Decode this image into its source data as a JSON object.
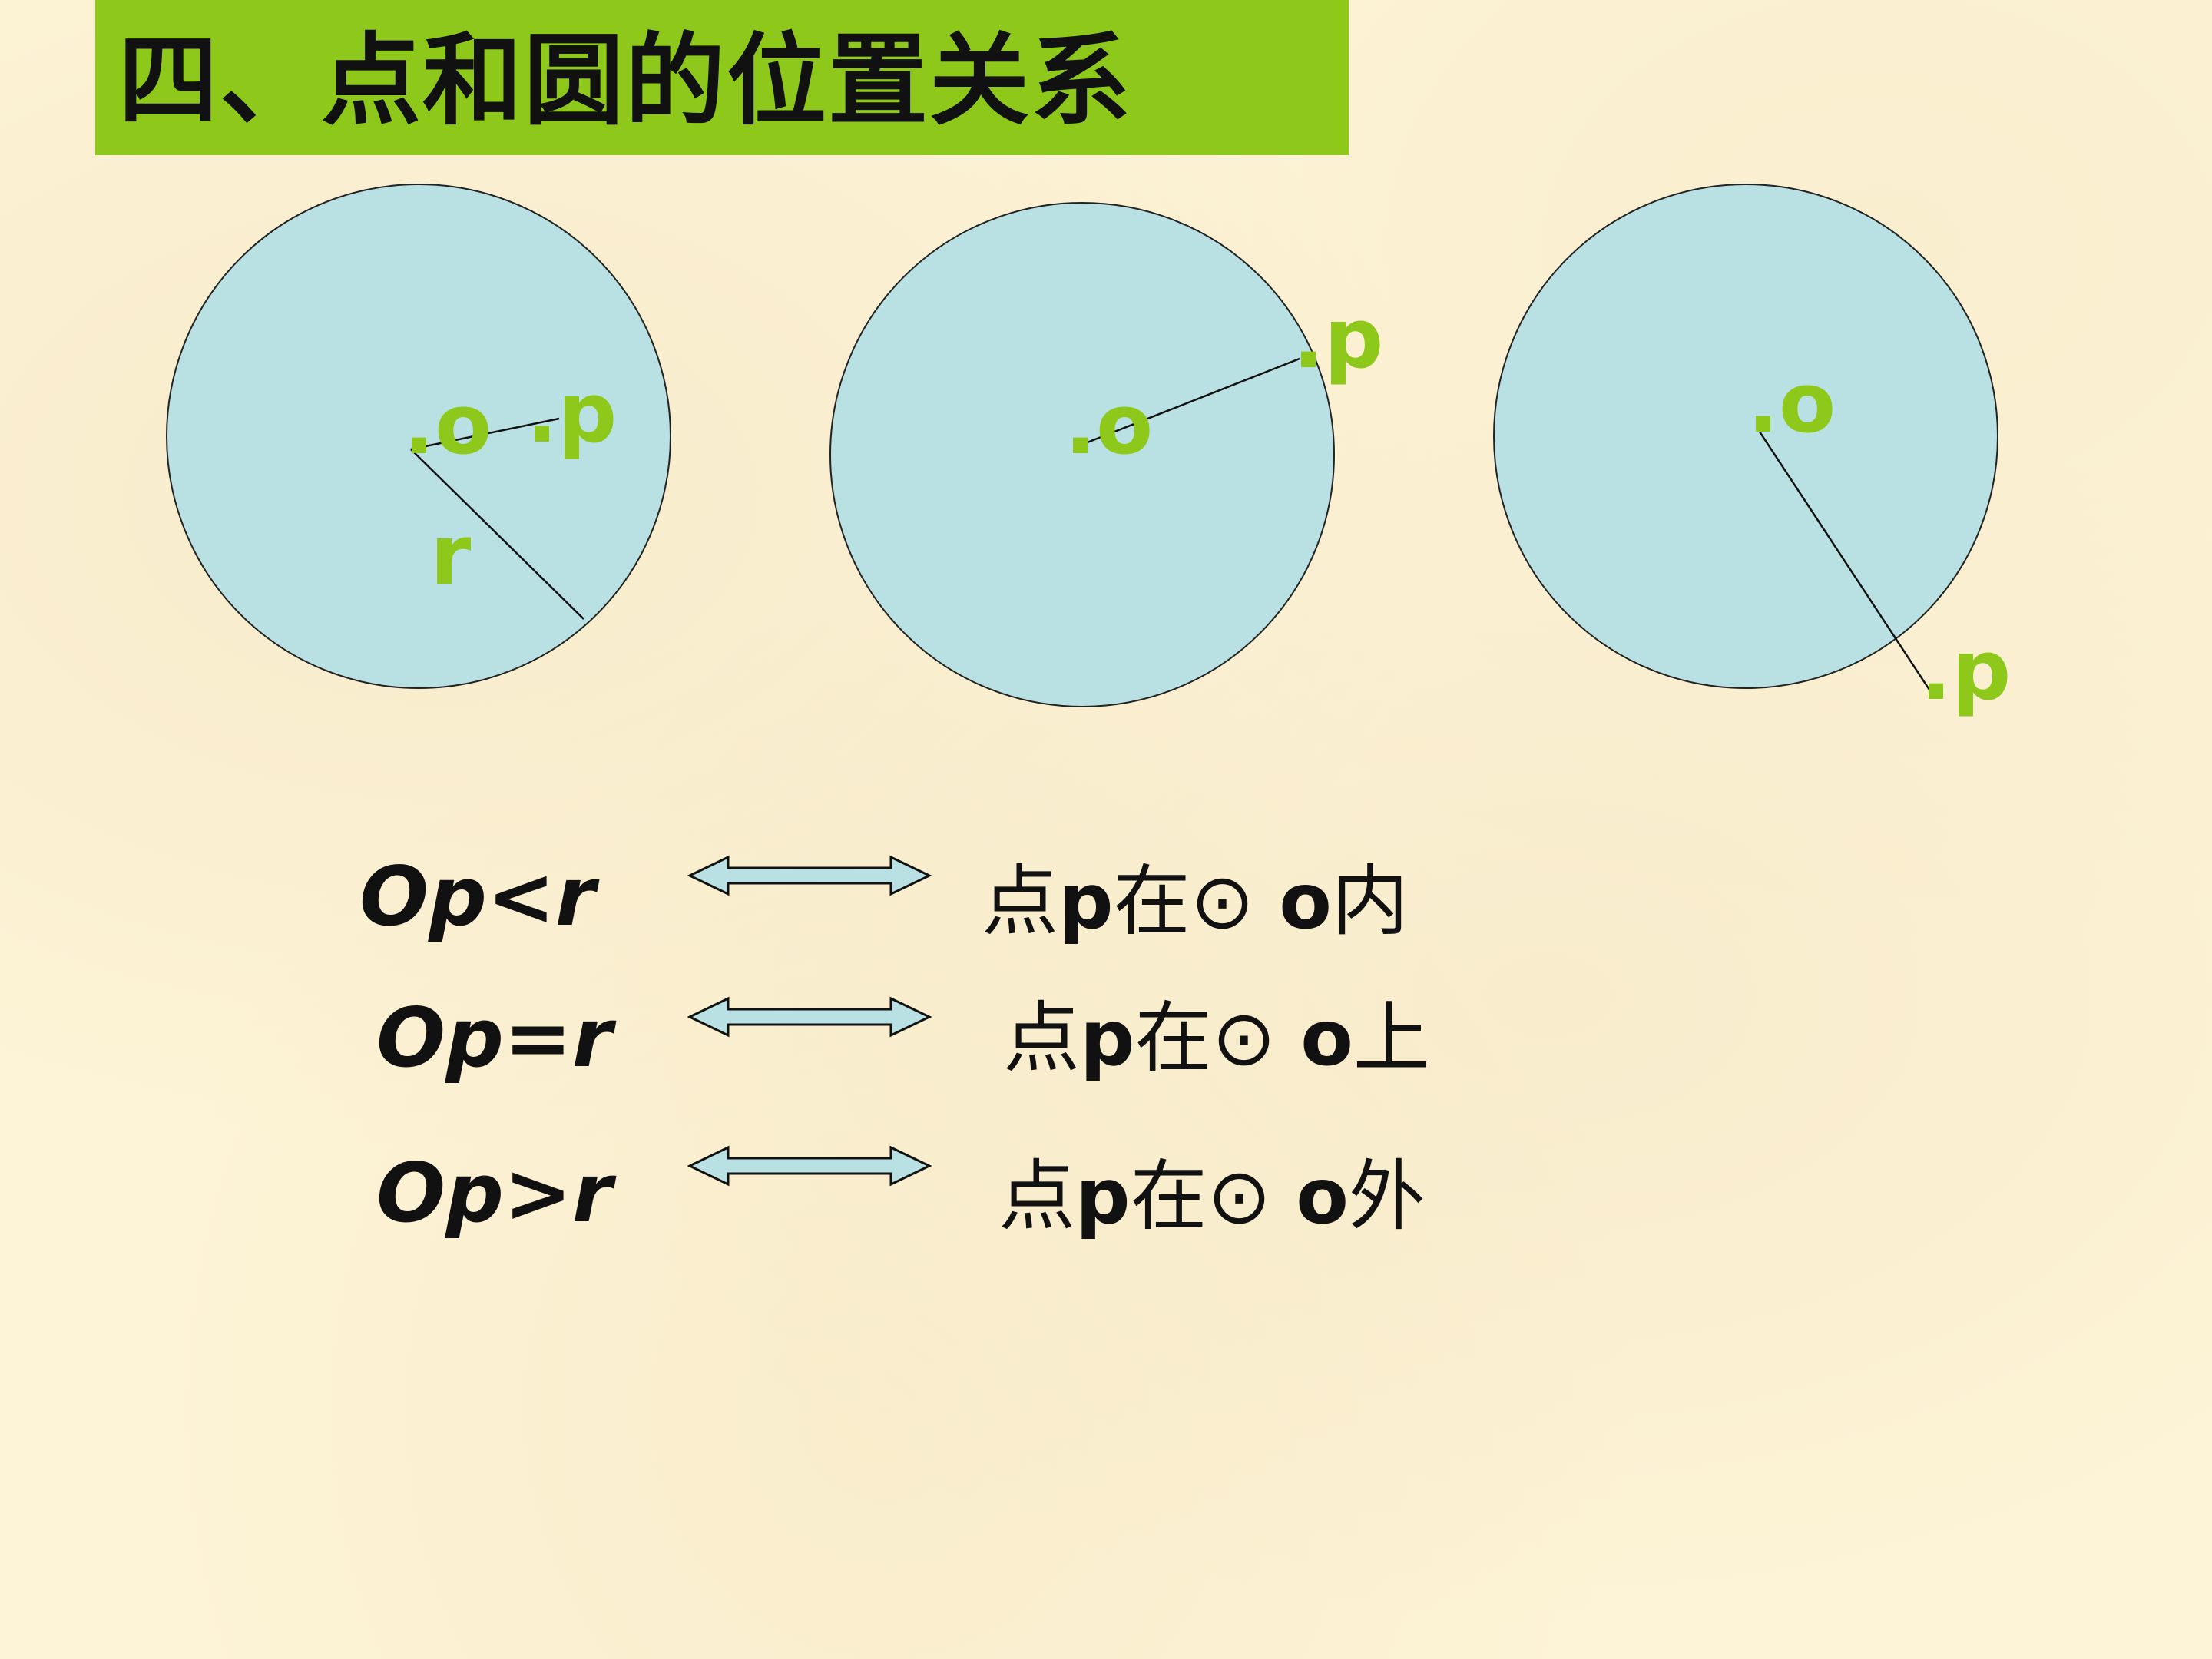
{
  "title": "四、点和圆的位置关系",
  "colors": {
    "title_bar": "#8dc81a",
    "circle_fill": "#b9e0e3",
    "label_green": "#8dc81a",
    "arrow_fill": "#b9e0e3",
    "background": "#fdf3d6"
  },
  "diagrams": {
    "inside": {
      "o_label": ".o",
      "p_label": ".p",
      "r_label": "r"
    },
    "on": {
      "o_label": ".o",
      "p_label": ".p"
    },
    "outside": {
      "o_label": ".o",
      "p_label": ".p"
    }
  },
  "relations": [
    {
      "left": "Op<r",
      "right_prefix": "点",
      "right_p": "p",
      "right_mid": "在⊙",
      "right_o": "o",
      "right_suffix": "内"
    },
    {
      "left": "Op=r",
      "right_prefix": "点",
      "right_p": "p",
      "right_mid": "在⊙",
      "right_o": "o",
      "right_suffix": "上"
    },
    {
      "left": "Op>r",
      "right_prefix": "点",
      "right_p": "p",
      "right_mid": "在⊙",
      "right_o": "o",
      "right_suffix": "外"
    }
  ],
  "icons": {
    "arrow": "double-arrow-icon"
  }
}
